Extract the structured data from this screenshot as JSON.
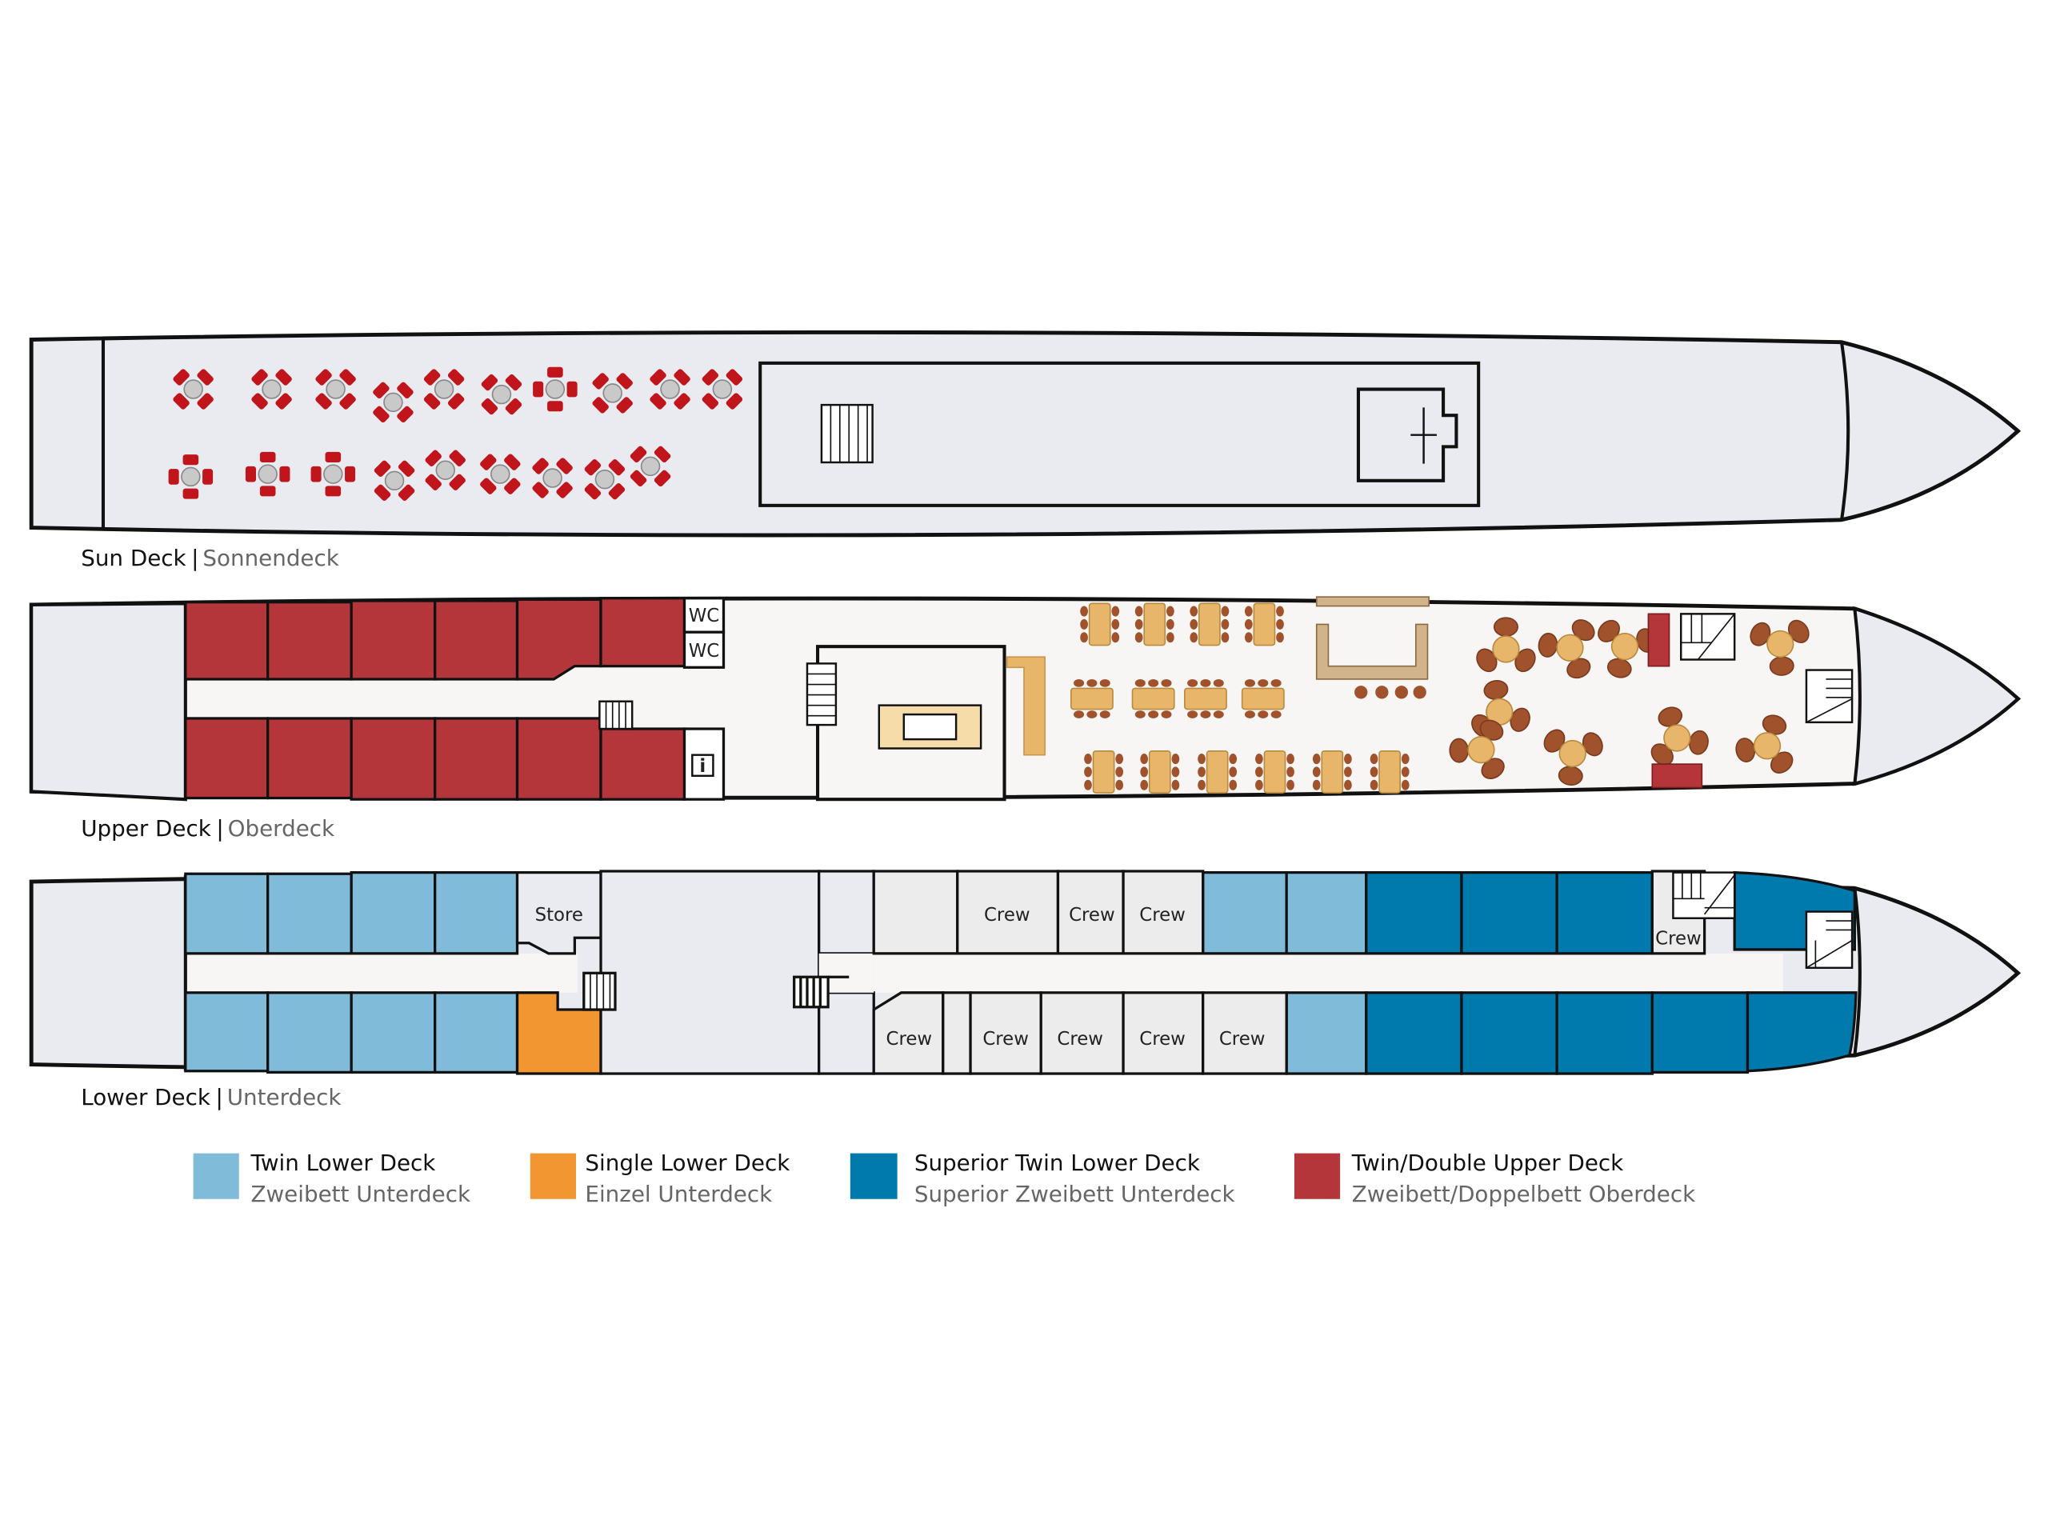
{
  "decks": {
    "sun": {
      "name": "Sun Deck",
      "sep": "|",
      "name_de": "Sonnendeck"
    },
    "upper": {
      "name": "Upper Deck",
      "sep": "|",
      "name_de": "Oberdeck",
      "wc1": "WC",
      "wc2": "WC",
      "info": "i"
    },
    "lower": {
      "name": "Lower Deck",
      "sep": "|",
      "name_de": "Unterdeck",
      "store": "Store",
      "crew_top": [
        "Crew",
        "Crew",
        "Crew",
        "Crew"
      ],
      "crew_bottom": [
        "Crew",
        "Crew",
        "Crew",
        "Crew",
        "Crew"
      ]
    }
  },
  "legend": [
    {
      "label": "Twin Lower Deck",
      "label_de": "Zweibett Unterdeck",
      "color": "#80bbd9"
    },
    {
      "label": "Single Lower Deck",
      "label_de": "Einzel Unterdeck",
      "color": "#f29632"
    },
    {
      "label": "Superior Twin Lower Deck",
      "label_de": "Superior Zweibett Unterdeck",
      "color": "#0079ad"
    },
    {
      "label": "Twin/Double Upper Deck",
      "label_de": "Zweibett/Doppelbett Oberdeck",
      "color": "#b5363a"
    }
  ]
}
